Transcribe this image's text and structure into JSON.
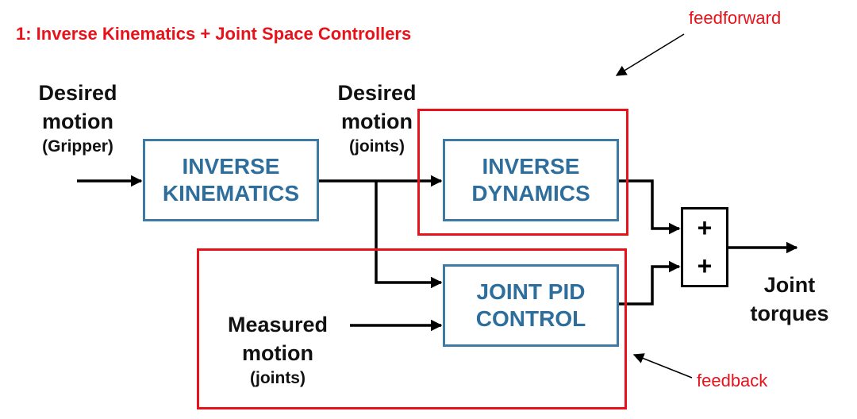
{
  "title": "1: Inverse Kinematics + Joint Space Controllers",
  "annotations": {
    "feedforward": "feedforward",
    "feedback": "feedback"
  },
  "labels": {
    "desired_motion_gripper": {
      "line1": "Desired",
      "line2": "motion",
      "line3": "(Gripper)"
    },
    "desired_motion_joints": {
      "line1": "Desired",
      "line2": "motion",
      "line3": "(joints)"
    },
    "measured_motion": {
      "line1": "Measured",
      "line2": "motion",
      "line3": "(joints)"
    },
    "joint_torques": {
      "line1": "Joint",
      "line2": "torques"
    }
  },
  "blocks": {
    "inverse_kinematics": {
      "line1": "INVERSE",
      "line2": "KINEMATICS"
    },
    "inverse_dynamics": {
      "line1": "INVERSE",
      "line2": "DYNAMICS"
    },
    "joint_pid": {
      "line1": "JOINT PID",
      "line2": "CONTROL"
    }
  },
  "summer": {
    "top": "+",
    "bottom": "+"
  },
  "colors": {
    "accent_red": "#e8131a",
    "block_blue": "#3e7aa6",
    "block_text": "#2e6e9c"
  }
}
